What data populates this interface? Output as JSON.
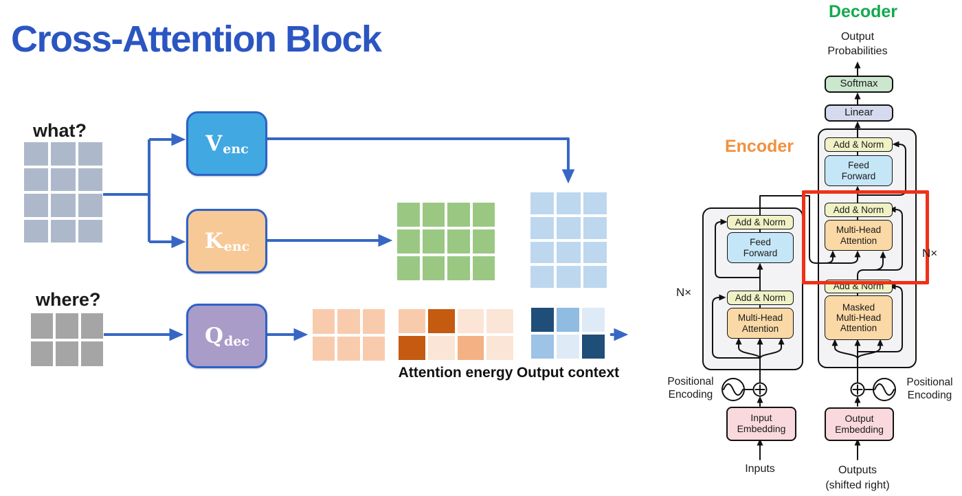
{
  "title": {
    "text": "Cross-Attention Block",
    "color": "#2B55C2"
  },
  "left_diagram": {
    "labels": {
      "what": "what?",
      "where": "where?",
      "attention_energy": "Attention energy",
      "output_context": "Output context"
    },
    "arrow_color": "#3767C5",
    "projection_boxes": [
      {
        "id": "v-enc",
        "main": "V",
        "sub": "enc",
        "fill": "#41A8E1"
      },
      {
        "id": "k-enc",
        "main": "K",
        "sub": "enc",
        "fill": "#F7C996"
      },
      {
        "id": "q-dec",
        "main": "Q",
        "sub": "dec",
        "fill": "#A99CC8"
      }
    ],
    "grids": {
      "what_grid": {
        "rows": 4,
        "cols": 3,
        "cell_color": "#ADB9CB"
      },
      "where_grid": {
        "rows": 2,
        "cols": 3,
        "cell_color": "#A5A5A5"
      },
      "key_grid": {
        "rows": 3,
        "cols": 4,
        "cell_color": "#9AC883"
      },
      "value_grid": {
        "rows": 4,
        "cols": 3,
        "cell_color": "#BDD7EE"
      },
      "query_grid": {
        "rows": 2,
        "cols": 3,
        "cell_color": "#F8CBAD"
      },
      "energy_grid": {
        "rows": 2,
        "cols": 4,
        "cells": [
          [
            "#F8CBAD",
            "#C55A11",
            "#FBE5D6",
            "#FBE5D6"
          ],
          [
            "#C55A11",
            "#FBE5D6",
            "#F4B183",
            "#FBE5D6"
          ]
        ]
      },
      "context_grid": {
        "rows": 2,
        "cols": 3,
        "cells": [
          [
            "#1F4E79",
            "#8FBCE0",
            "#DEEBF7"
          ],
          [
            "#9DC3E6",
            "#DEEBF7",
            "#1F4E79"
          ]
        ]
      }
    }
  },
  "transformer": {
    "decoder_label": {
      "text": "Decoder",
      "color": "#13A94D"
    },
    "encoder_label": {
      "text": "Encoder",
      "color": "#F2903D"
    },
    "output_probabilities": "Output\nProbabilities",
    "n_times": "N×",
    "positional_encoding": "Positional\nEncoding",
    "inputs_label": "Inputs",
    "outputs_label": "Outputs\n(shifted right)",
    "boxes": {
      "softmax": "Softmax",
      "linear": "Linear",
      "add_norm": "Add & Norm",
      "feed_forward": "Feed\nForward",
      "multi_head_attention": "Multi-Head\nAttention",
      "masked_multi_head_attention": "Masked\nMulti-Head\nAttention",
      "input_embedding": "Input\nEmbedding",
      "output_embedding": "Output\nEmbedding"
    },
    "colors": {
      "add_norm": "#F0F2C6",
      "feed_forward": "#C5E6F6",
      "attention": "#FAD9A6",
      "softmax": "#CBE7CE",
      "linear": "#D6DAEE",
      "embedding": "#F9D9DD",
      "line": "#111111",
      "highlight": "#EE3118"
    }
  }
}
